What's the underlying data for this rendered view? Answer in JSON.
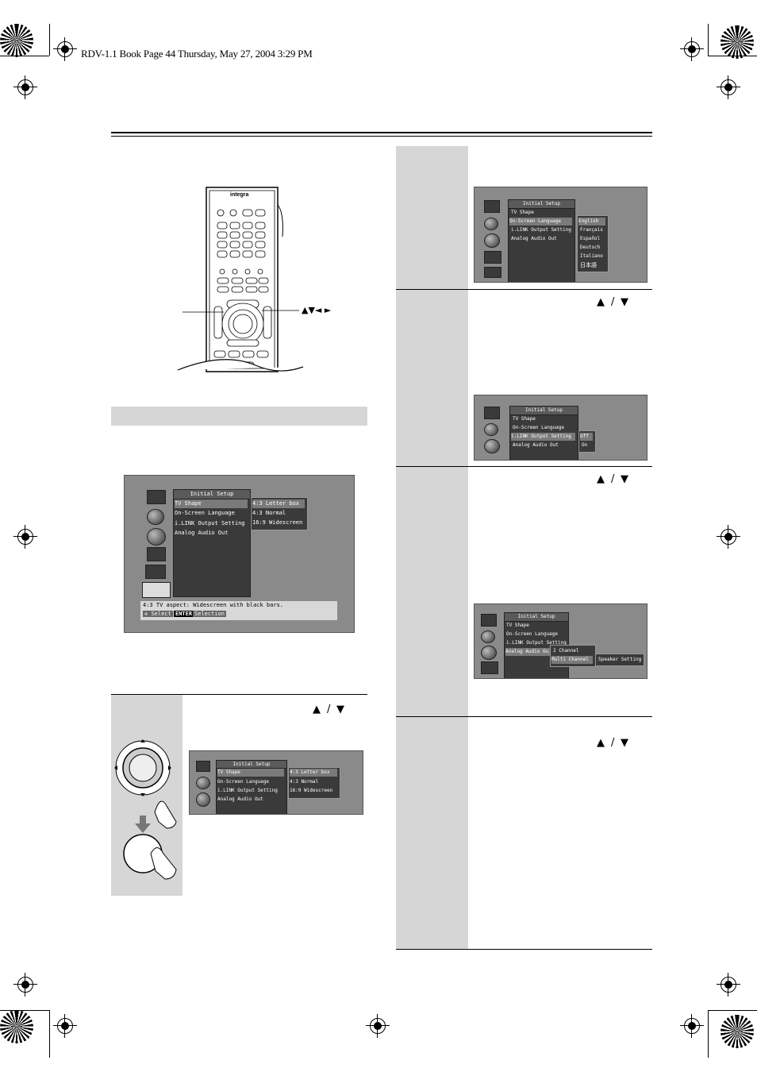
{
  "book_header": "RDV-1.1 Book Page 44 Thursday, May 27, 2004  3:29 PM",
  "remote": {
    "brand": "integra",
    "arrow_keys": "▲▼◄ ►"
  },
  "arrows": {
    "up": "▲",
    "down": "▼",
    "sep": "/"
  },
  "menu": {
    "title": "Initial Setup",
    "items": [
      "TV Shape",
      "On-Screen Language",
      "i.LINK Output Setting",
      "Analog Audio Out"
    ]
  },
  "tv_shape_options": [
    "4:3 Letter box",
    "4:3 Normal",
    "16:9 Widescreen"
  ],
  "language_options": [
    "English",
    "Français",
    "Español",
    "Deutsch",
    "Italiano",
    "日本語"
  ],
  "ilink_options": [
    "Off",
    "On"
  ],
  "audio_out_options": [
    "2 Channel",
    "Multi Channel"
  ],
  "speaker_setting": "Speaker Setting",
  "audio_menu_item_truncated": "Analog Audio Ou",
  "infobar": {
    "text": "4:3 TV aspect: Widescreen with black bars.",
    "select_label": "Select",
    "enter_key": "ENTER",
    "selection_label": "Selection"
  }
}
